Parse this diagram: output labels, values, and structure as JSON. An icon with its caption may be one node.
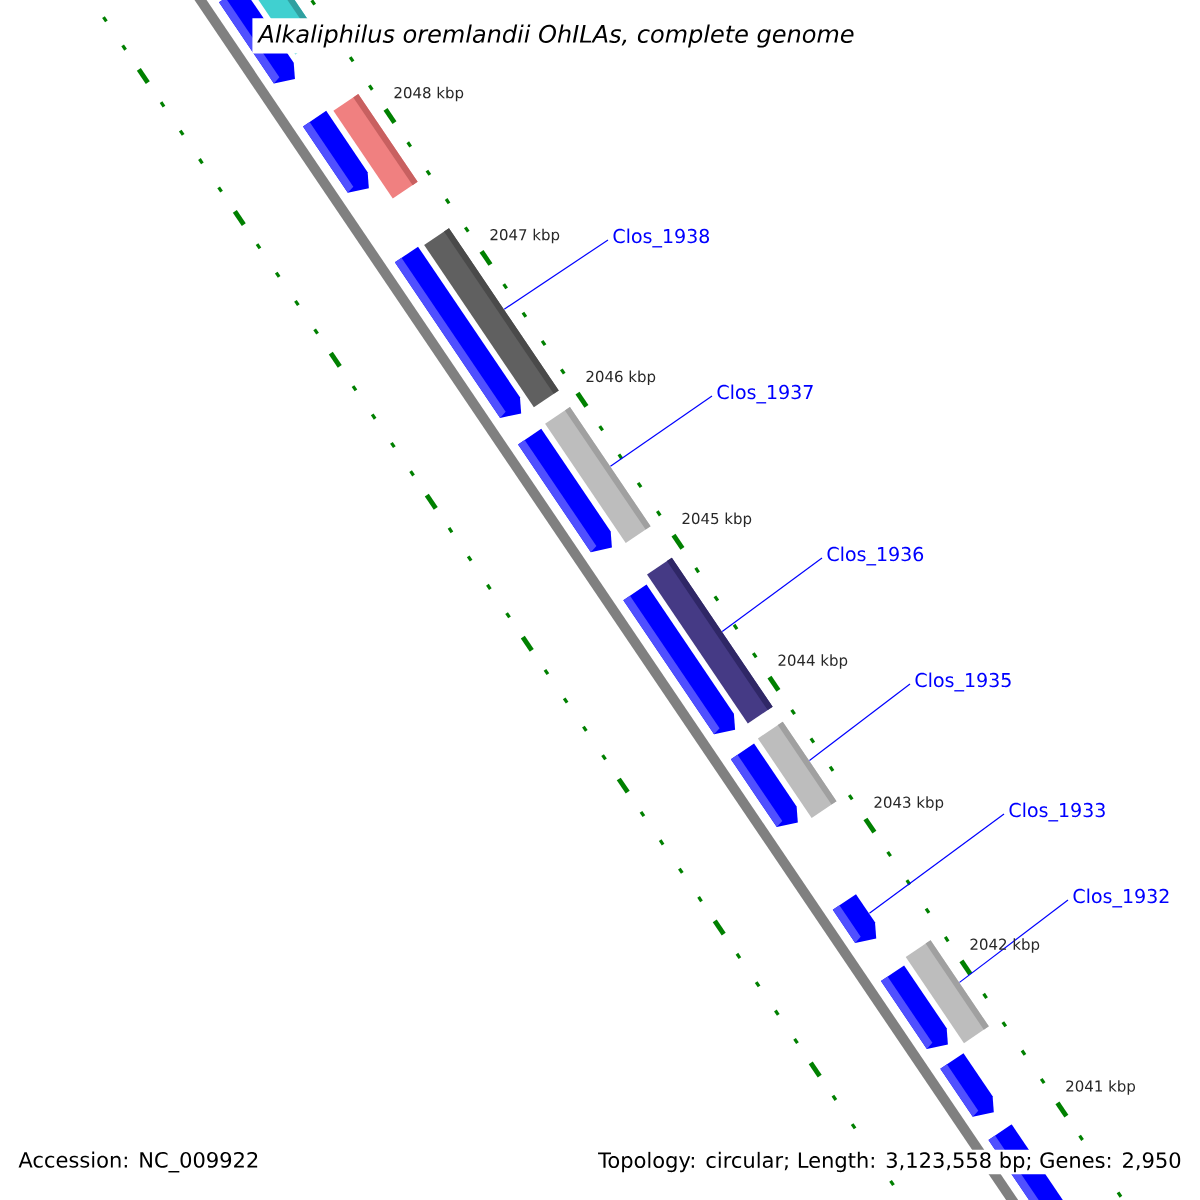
{
  "diagram": {
    "title": "Alkaliphilus oremlandii OhILAs, complete genome",
    "nodes": [
      {
        "text": [
          "Clos_1938"
        ]
      },
      {
        "text": [],
        "shape": "bar"
      },
      {
        "text": [
          "Clos_1937"
        ]
      },
      {
        "text": [],
        "shape": "bar"
      },
      {
        "text": [
          "Clos_1936"
        ]
      },
      {
        "text": [],
        "shape": "bar"
      },
      {
        "text": [
          "Clos_1935"
        ]
      },
      {
        "text": [],
        "shape": "bar"
      },
      {
        "text": [
          "Clos_1933"
        ]
      },
      {
        "text": [],
        "shape": "arrow"
      },
      {
        "text": [
          "Clos_1932"
        ]
      },
      {
        "text": [],
        "shape": "bar"
      }
    ],
    "edges": [
      {
        "from": 0,
        "to": 1,
        "arrow": "none"
      },
      {
        "from": 2,
        "to": 3,
        "arrow": "none"
      },
      {
        "from": 4,
        "to": 5,
        "arrow": "none"
      },
      {
        "from": 6,
        "to": 7,
        "arrow": "none"
      },
      {
        "from": 8,
        "to": 9,
        "arrow": "none"
      },
      {
        "from": 10,
        "to": 11,
        "arrow": "none"
      }
    ],
    "labels": [
      "2048 kbp",
      "2047 kbp",
      "2046 kbp",
      "2045 kbp",
      "2044 kbp",
      "2043 kbp",
      "2042 kbp",
      "2041 kbp",
      "Accession: NC_009922",
      "Topology: circular; Length: 3,123,558 bp; Genes: 2,950"
    ]
  }
}
